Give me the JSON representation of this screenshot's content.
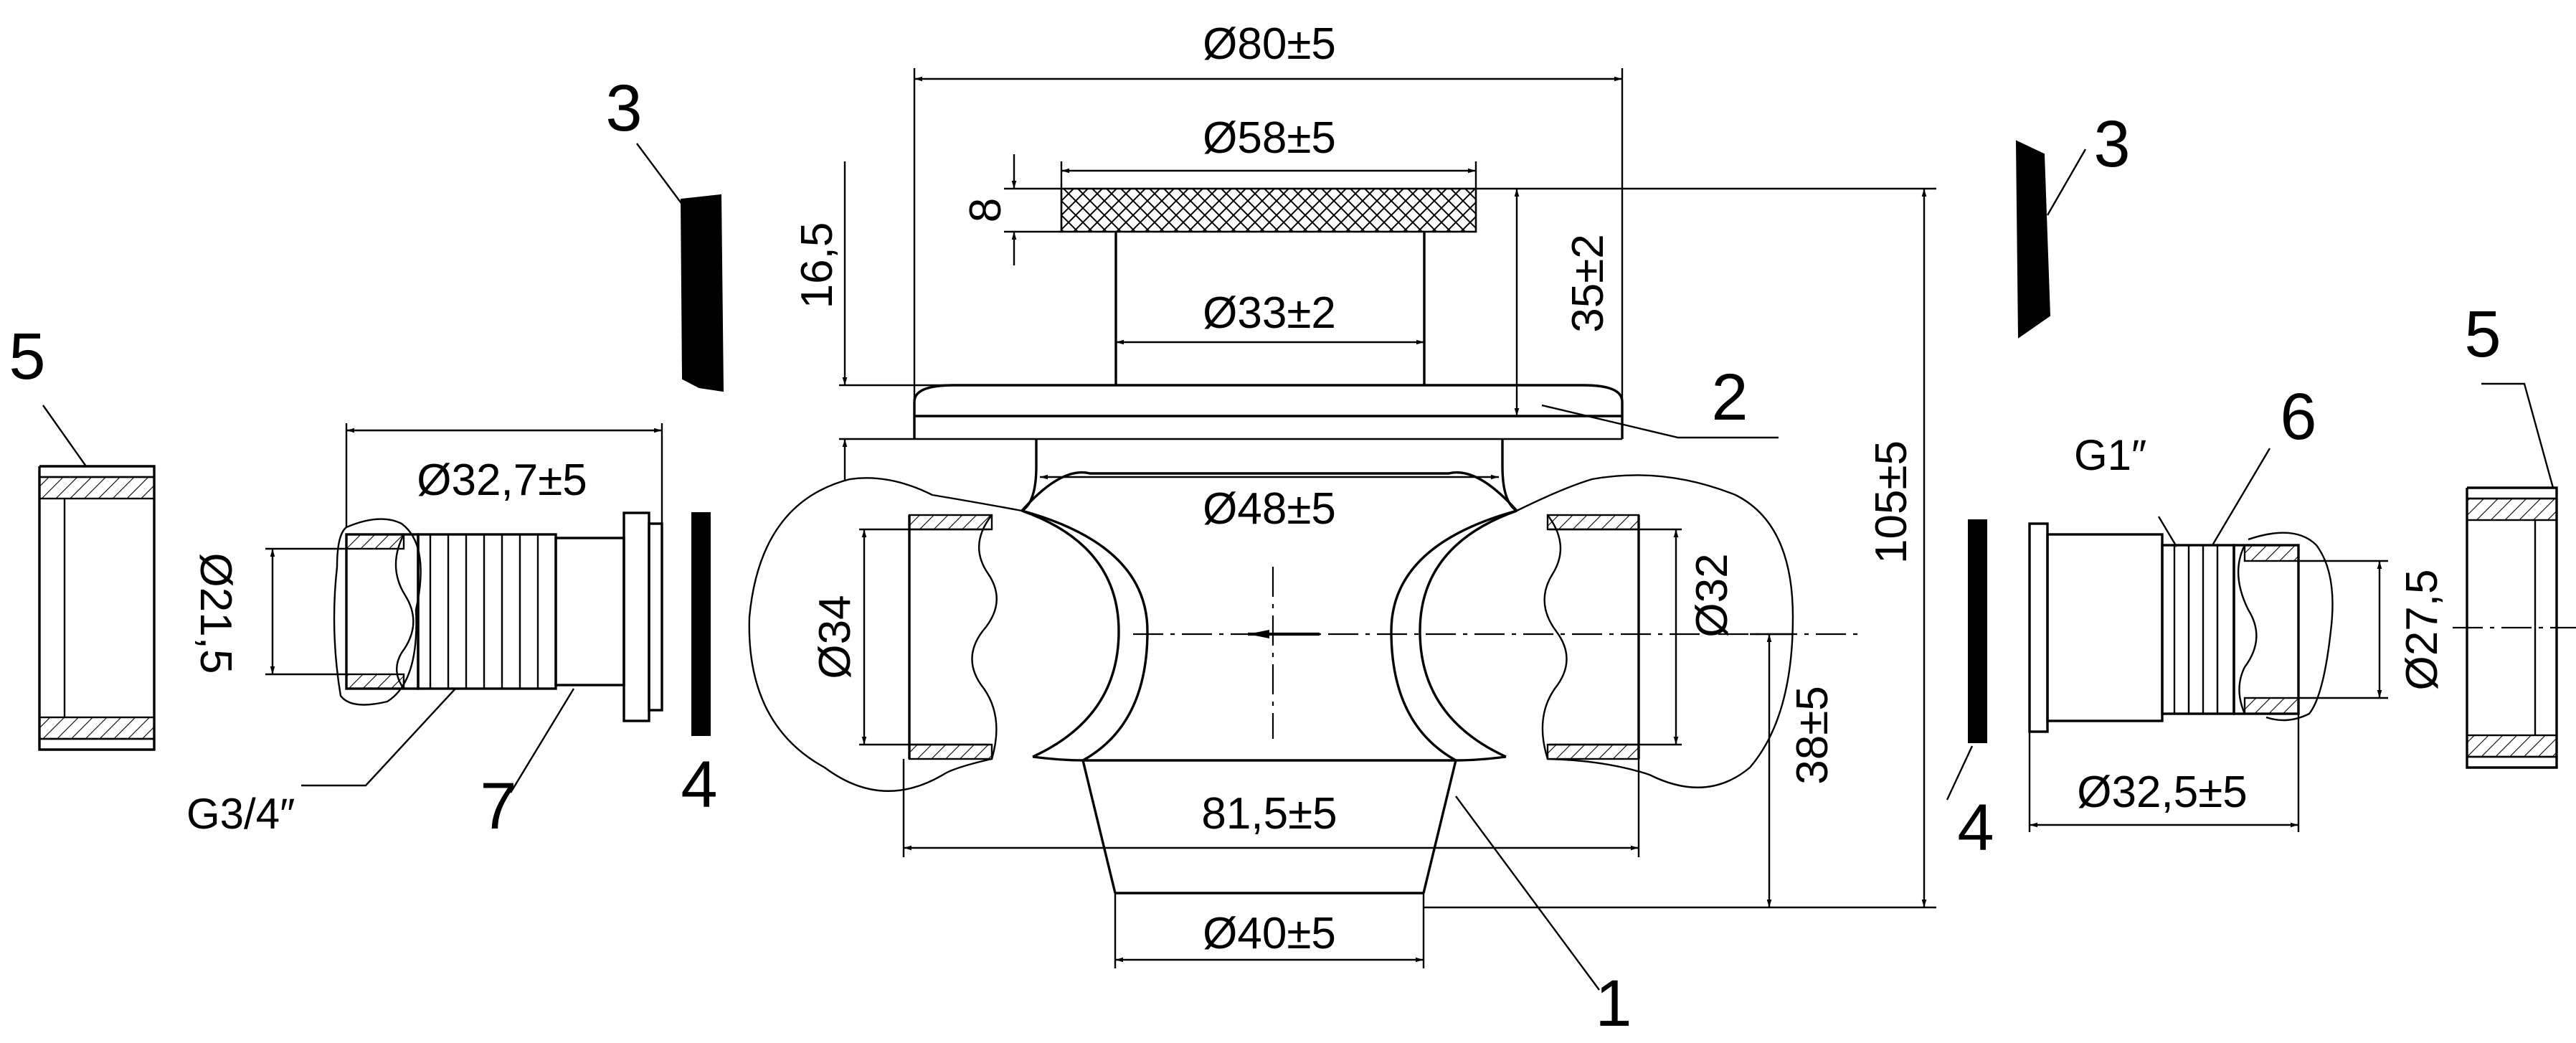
{
  "dimensions": {
    "d80": "Ø80±5",
    "d58": "Ø58±5",
    "d33": "Ø33±2",
    "d48": "Ø48±5",
    "d40": "Ø40±5",
    "w81_5": "81,5±5",
    "d34": "Ø34",
    "d32": "Ø32",
    "d32_7": "Ø32,7±5",
    "d21_5": "Ø21,5",
    "d27_5": "Ø27,5",
    "d32_5": "Ø32,5±5",
    "h8": "8",
    "h16_5": "16,5",
    "h35": "35±2",
    "h105": "105±5",
    "h38": "38±5"
  },
  "threads": {
    "g34": "G3/4″",
    "g1": "G1″"
  },
  "positions": {
    "p1": "1",
    "p2": "2",
    "p3_left": "3",
    "p3_right": "3",
    "p4_left": "4",
    "p4_right": "4",
    "p5_left": "5",
    "p5_right": "5",
    "p6": "6",
    "p7": "7"
  }
}
